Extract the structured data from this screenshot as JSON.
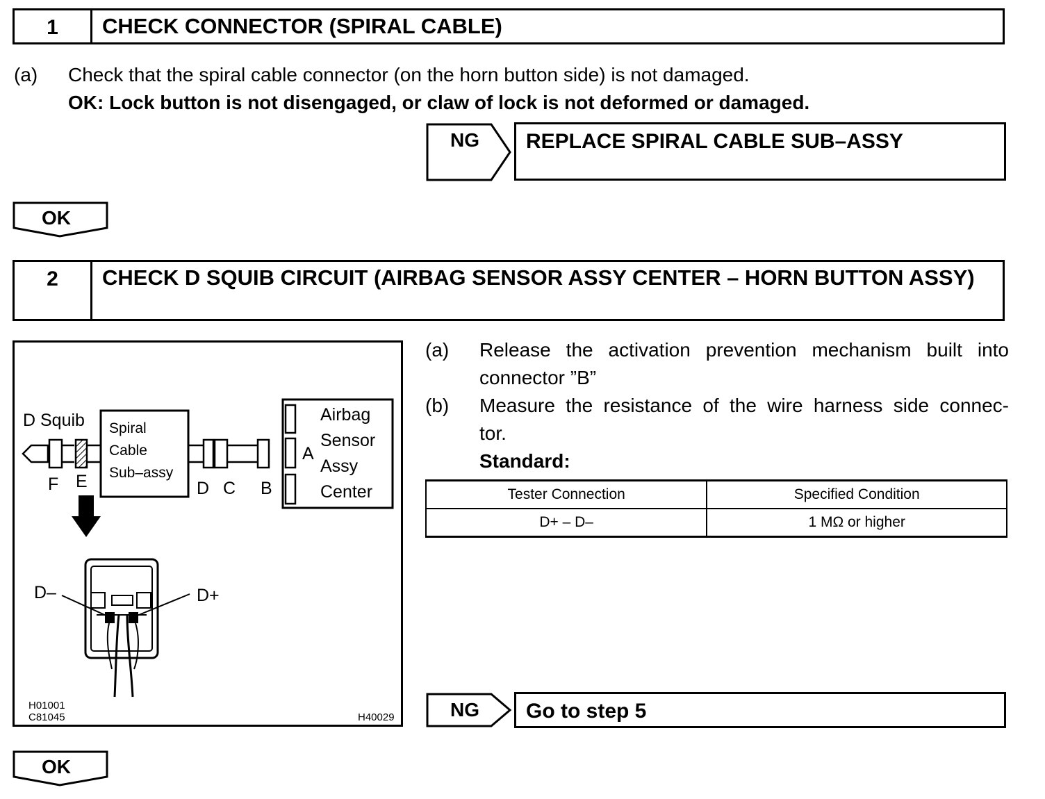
{
  "step1": {
    "number": "1",
    "title": "CHECK CONNECTOR (SPIRAL CABLE)",
    "instruction_letter": "(a)",
    "instruction": "Check that the spiral cable connector (on the horn button side) is not damaged.",
    "ok_condition": "OK: Lock button is not disengaged, or claw of lock is not deformed or damaged.",
    "ng_label": "NG",
    "ng_action": "REPLACE SPIRAL CABLE SUB–ASSY",
    "ok_label": "OK"
  },
  "step2": {
    "number": "2",
    "title": "CHECK D SQUIB CIRCUIT (AIRBAG SENSOR ASSY CENTER – HORN BUTTON ASSY)",
    "instr_a_letter": "(a)",
    "instr_a_line1": "Release the activation prevention mechanism built into",
    "instr_a_line2": "connector ”B”",
    "instr_b_letter": "(b)",
    "instr_b_line1": "Measure the resistance of the wire harness side connec-",
    "instr_b_line2": "tor.",
    "standard_label": "Standard:",
    "table": {
      "headers": [
        "Tester Connection",
        "Specified Condition"
      ],
      "rows": [
        [
          "D+ – D–",
          "1 MΩ or higher"
        ]
      ]
    },
    "ng_label": "NG",
    "ng_action": "Go to step 5",
    "ok_label": "OK"
  },
  "figure": {
    "d_squib": "D Squib",
    "spiral1": "Spiral",
    "spiral2": "Cable",
    "spiral3": "Sub–assy",
    "label_f": "F",
    "label_e": "E",
    "label_d": "D",
    "label_c": "C",
    "label_b": "B",
    "label_a": "A",
    "airbag1": "Airbag",
    "airbag2": "Sensor",
    "airbag3": "Assy",
    "airbag4": "Center",
    "d_minus": "D–",
    "d_plus": "D+",
    "id1": "H01001",
    "id2": "C81045",
    "id3": "H40029"
  }
}
